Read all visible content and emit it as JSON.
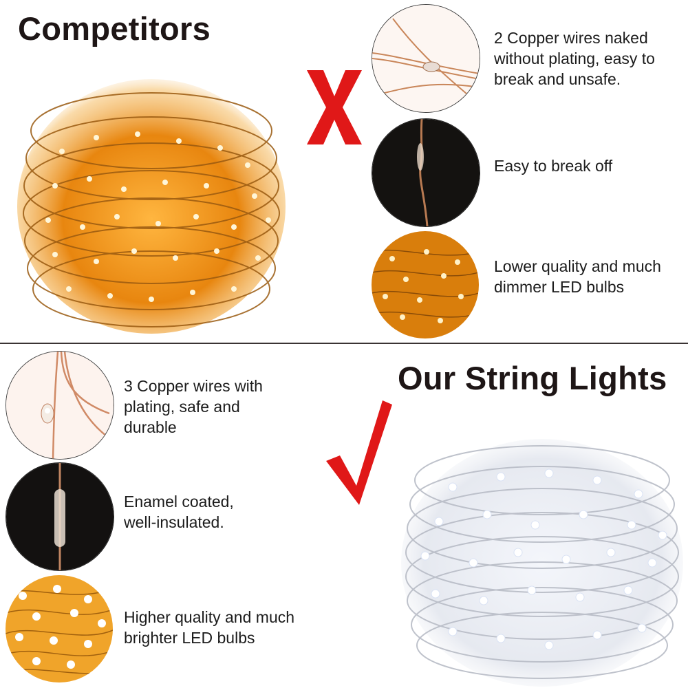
{
  "headings": {
    "competitors": "Competitors",
    "ours": "Our String Lights"
  },
  "marks": {
    "cross_icon": "red-x-icon",
    "check_icon": "red-check-icon",
    "mark_color": "#e01818"
  },
  "competitors": {
    "features": [
      {
        "text": "2 Copper wires naked\nwithout plating, easy to\nbreak and unsafe.",
        "image": "bare-copper-wire-closeup"
      },
      {
        "text": "Easy to break off",
        "image": "broken-wire-closeup"
      },
      {
        "text": "Lower quality and much\ndimmer LED bulbs",
        "image": "dim-led-closeup"
      }
    ],
    "light_color": "#f29a1a"
  },
  "ours": {
    "features": [
      {
        "text": "3 Copper wires with\nplating, safe and\ndurable",
        "image": "plated-copper-wire-closeup"
      },
      {
        "text": "Enamel coated,\nwell-insulated.",
        "image": "enamel-coated-wire-closeup"
      },
      {
        "text": "Higher quality and much\nbrighter LED bulbs",
        "image": "bright-led-closeup"
      }
    ],
    "light_color": "#e8ecf4"
  }
}
